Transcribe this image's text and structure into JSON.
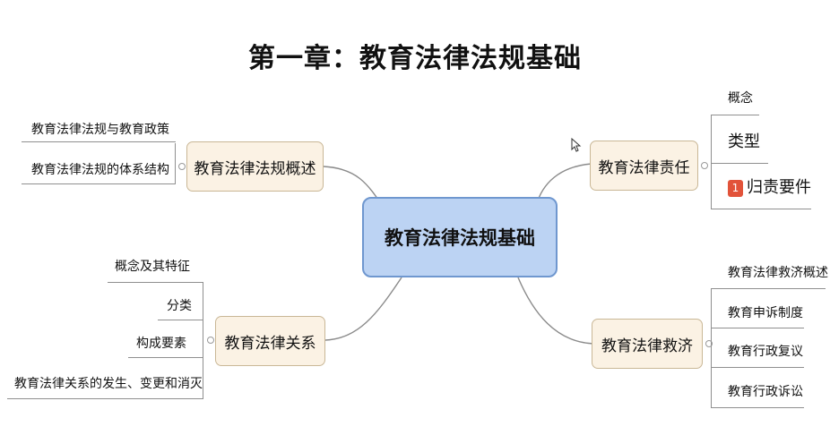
{
  "title": "第一章：教育法律法规基础",
  "center": "教育法律法规基础",
  "branches": {
    "overview": {
      "label": "教育法律法规概述",
      "leaves": [
        "教育法律法规与教育政策",
        "教育法律法规的体系结构"
      ]
    },
    "relation": {
      "label": "教育法律关系",
      "leaves": [
        "概念及其特征",
        "分类",
        "构成要素",
        "教育法律关系的发生、变更和消灭"
      ]
    },
    "responsibility": {
      "label": "教育法律责任",
      "leaves": [
        "概念",
        "类型",
        "归责要件"
      ],
      "badge": "1"
    },
    "relief": {
      "label": "教育法律救济",
      "leaves": [
        "教育法律救济概述",
        "教育申诉制度",
        "教育行政复议",
        "教育行政诉讼"
      ]
    }
  },
  "colors": {
    "center_fill": "#bcd3f3",
    "branch_fill": "#fbf2e4",
    "badge": "#e2533a"
  }
}
